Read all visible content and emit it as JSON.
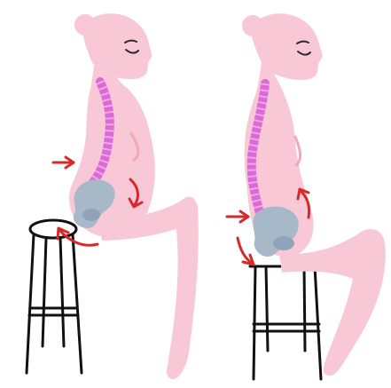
{
  "colors": {
    "background": "#ffffff",
    "skin": "#f8c8d6",
    "spine": "#d96ad8",
    "spine_dash": "#f3a6e2",
    "pelvis": "#a7b8c8",
    "pelvis_dark": "#8fa4b9",
    "arrow": "#d62a2a",
    "stool": "#111111",
    "outline": "#2a2a2a"
  },
  "figures": [
    {
      "id": "slouched",
      "icons": [
        "woman-figure",
        "spine",
        "pelvis",
        "stool",
        "red-arrows"
      ]
    },
    {
      "id": "upright",
      "icons": [
        "woman-figure",
        "spine",
        "pelvis",
        "stool",
        "red-arrows"
      ]
    }
  ]
}
